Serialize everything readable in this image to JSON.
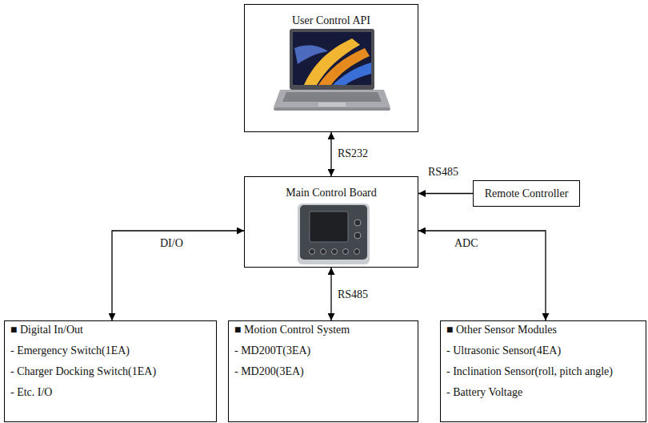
{
  "diagram": {
    "nodes": [
      {
        "text": [
          "User Control API"
        ]
      },
      {
        "text": [
          "Main Control Board"
        ]
      },
      {
        "text": [
          "Remote Controller"
        ]
      },
      {
        "text": [
          "■ Digital In/Out",
          "- Emergency Switch(1EA)",
          "- Charger Docking Switch(1EA)",
          "- Etc. I/O"
        ]
      },
      {
        "text": [
          "■ Motion Control System",
          "- MD200T(3EA)",
          "- MD200(3EA)"
        ]
      },
      {
        "text": [
          "■ Other Sensor Modules",
          "- Ultrasonic Sensor(4EA)",
          "- Inclination Sensor(roll, pitch angle)",
          "- Battery Voltage"
        ]
      }
    ],
    "edges": [
      {
        "from": 0,
        "to": 1,
        "label": "RS232",
        "arrow": "both"
      },
      {
        "from": 2,
        "to": 1,
        "label": "RS485",
        "arrow": "to"
      },
      {
        "from": 1,
        "to": 3,
        "label": "DI/O",
        "arrow": "both"
      },
      {
        "from": 1,
        "to": 4,
        "label": "RS485",
        "arrow": "both"
      },
      {
        "from": 1,
        "to": 5,
        "label": "ADC",
        "arrow": "both"
      }
    ]
  }
}
